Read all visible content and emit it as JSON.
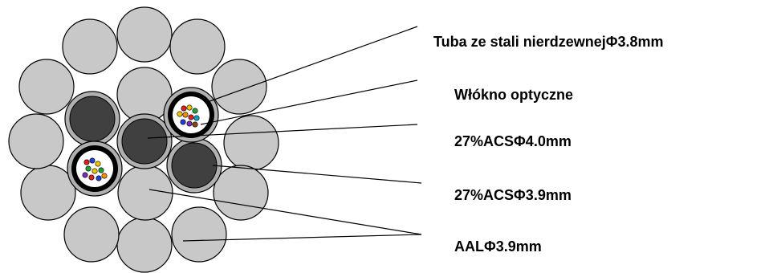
{
  "labels": {
    "stainless_tube": "Tuba ze stali nierdzewnejΦ3.8mm",
    "optical_fiber": "Włókno optyczne",
    "acs_40": "27%ACSΦ4.0mm",
    "acs_39": "27%ACSΦ3.9mm",
    "aal_39": "AALΦ3.9mm"
  },
  "colors": {
    "aal_wire": "#c8c8c8",
    "acs_core": "#404040",
    "acs_ring": "#b0b0b0",
    "tube_ring": "#000000",
    "fiber_colors": [
      "#e0201c",
      "#1f3fd6",
      "#22a035",
      "#f2c200",
      "#7a2fb5",
      "#ff8c00",
      "#00a6c8",
      "#8b4513"
    ]
  }
}
